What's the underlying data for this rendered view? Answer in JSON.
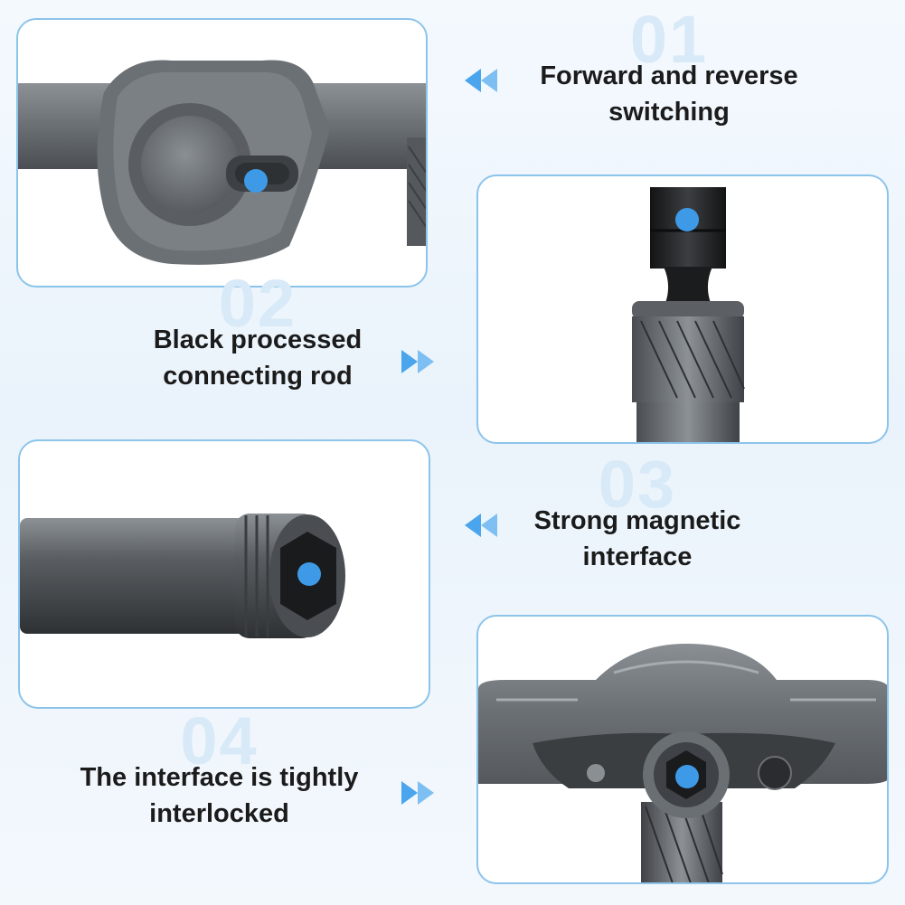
{
  "features": [
    {
      "number": "01",
      "text_line1": "Forward and reverse",
      "text_line2": "switching"
    },
    {
      "number": "02",
      "text_line1": "Black processed",
      "text_line2": "connecting rod"
    },
    {
      "number": "03",
      "text_line1": "Strong magnetic",
      "text_line2": "interface"
    },
    {
      "number": "04",
      "text_line1": "The interface is tightly",
      "text_line2": "interlocked"
    }
  ],
  "colors": {
    "accent": "#3e9ae6",
    "panel_border": "#8cc4ea",
    "number_watermark": "#d8e9f7",
    "text": "#1b1b1b",
    "arrow": "#4aa5ec"
  },
  "icons": {
    "arrow_left": "double-triangle-left-icon",
    "arrow_right": "double-triangle-right-icon",
    "hotspot": "blue-dot-icon"
  }
}
